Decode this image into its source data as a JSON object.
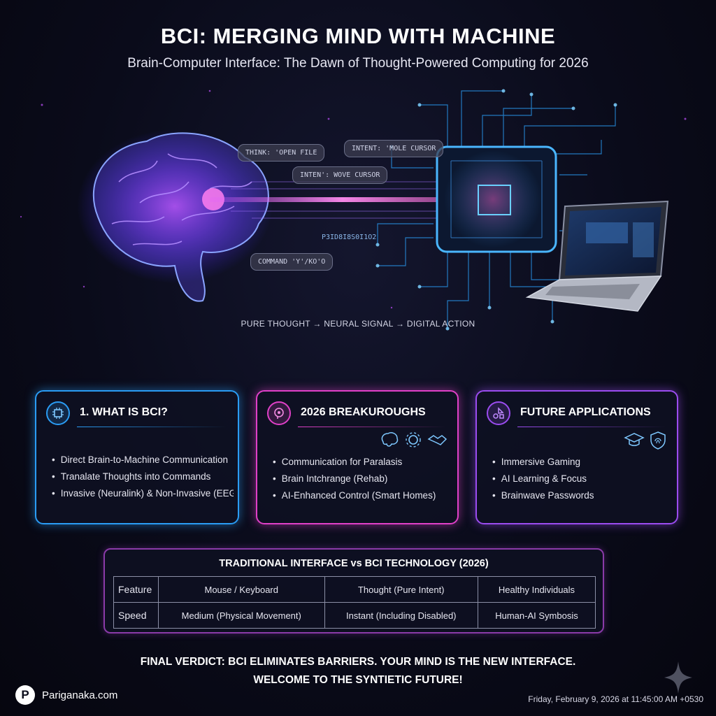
{
  "header": {
    "title": "BCI: MERGING MIND WITH MACHINE",
    "subtitle": "Brain-Computer Interface: The Dawn of Thought-Powered Computing for 2026"
  },
  "hero": {
    "bubbles": [
      "THINK: 'OPEN FILE",
      "INTEN': WOVE CURSOR",
      "INTENT: 'MOLE CURSOR",
      "COMMAND 'Y'/KO'O"
    ],
    "chip_label": "P3ID8I8S0I1O2",
    "flow_caption": "PURE THOUGHT → NEURAL SIGNAL → DIGITAL ACTION"
  },
  "cards": [
    {
      "title": "1. WHAT IS BCI?",
      "icon": "chip-icon",
      "items": [
        "Direct Brain-to-Machine Communication",
        "Tranalate Thoughts into Commands",
        "Invasive (Neuralink) & Non-Invasive (EEG"
      ]
    },
    {
      "title": "2026 BREAKUROUGHS",
      "icon": "head-gear-icon",
      "deco_icons": [
        "brain-icon",
        "gear-icon",
        "handshake-icon"
      ],
      "items": [
        "Communication for Paralasis",
        "Brain Intchrange (Rehab)",
        "AI-Enhanced Control (Smart Homes)"
      ]
    },
    {
      "title": "FUTURE APPLICATIONS",
      "icon": "app-shapes-icon",
      "deco_icons": [
        "graduation-cap-icon",
        "fingerprint-shield-icon"
      ],
      "items": [
        "Immersive Gaming",
        "AI Learning & Focus",
        "Brainwave Passwords"
      ]
    }
  ],
  "comparison": {
    "title": "TRADITIONAL INTERFACE vs BCI TECHNOLOGY (2026)",
    "rows": [
      [
        "Feature",
        "Mouse / Keyboard",
        "Thought (Pure Intent)",
        "Healthy Individuals"
      ],
      [
        "Speed",
        "Medium (Physical Movement)",
        "Instant (Including Disabled)",
        "Human-AI Symbosis"
      ]
    ]
  },
  "verdict": {
    "line1": "FINAL VERDICT: BCI ELIMINATES BARRIERS. YOUR MIND IS THE NEW INTERFACE.",
    "line2": "WELCOME TO THE SYNTIETIC FUTURE!"
  },
  "footer": {
    "brand_logo": "P",
    "brand": "Pariganaka.com",
    "timestamp": "Friday, February 9, 2026 at 11:45:00 AM +0530"
  },
  "colors": {
    "blue": "#2a9cf4",
    "magenta": "#e040c8",
    "purple": "#9b4cf0"
  }
}
